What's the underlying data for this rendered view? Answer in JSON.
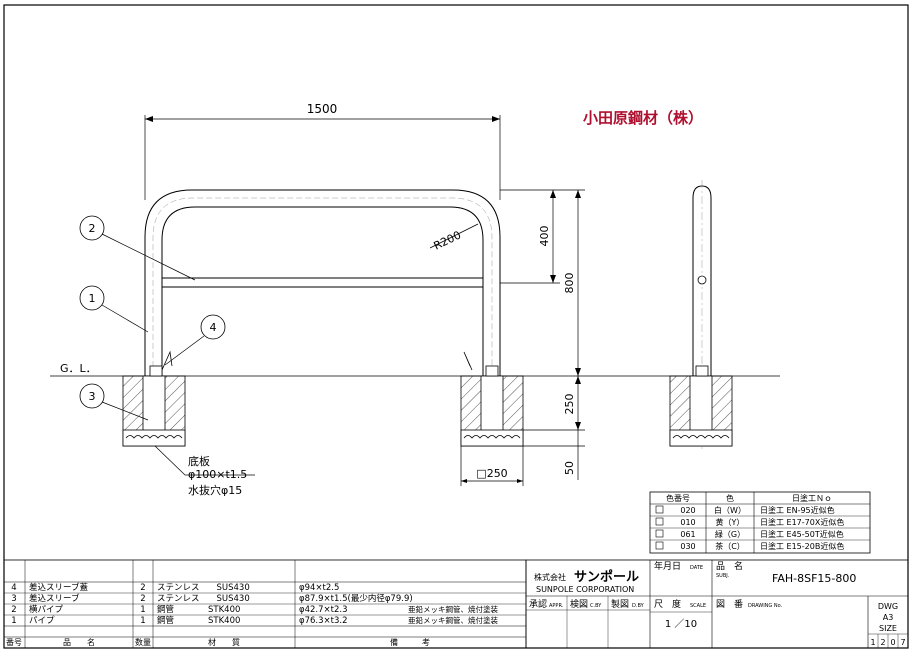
{
  "company": "小田原鋼材（株）",
  "dimensions": {
    "width": "1500",
    "upper_height": "400",
    "total_height": "800",
    "bend_radius": "R200",
    "embed_depth": "250",
    "base_thickness": "50",
    "foundation_size": "□250",
    "ground_level": "G．L．"
  },
  "callouts": [
    "1",
    "2",
    "3",
    "4"
  ],
  "base_plate": {
    "line1": "底板",
    "line2": "φ100×t1.5",
    "line3": "水抜穴φ15"
  },
  "color_table": {
    "headers": [
      "色番号",
      "色",
      "日塗工Ｎｏ"
    ],
    "rows": [
      [
        "020",
        "白（W）",
        "日塗工 EN-95近似色"
      ],
      [
        "010",
        "黄（Y）",
        "日塗工 E17-70X近似色"
      ],
      [
        "061",
        "緑（G）",
        "日塗工 E45-50T近似色"
      ],
      [
        "030",
        "茶（C）",
        "日塗工 E15-20B近似色"
      ]
    ]
  },
  "parts_table": {
    "headers": [
      "番号",
      "品　　名",
      "数量",
      "材　　質",
      "備　　　考"
    ],
    "rows": [
      [
        "4",
        "差込スリーブ蓋",
        "2",
        "ステンレス　　SUS430",
        "φ94×t2.5",
        ""
      ],
      [
        "3",
        "差込スリーブ",
        "2",
        "ステンレス　　SUS430",
        "φ87.9×t1.5(最少内径φ79.9)",
        ""
      ],
      [
        "2",
        "横パイプ",
        "1",
        "鋼管　　　　STK400",
        "φ42.7×t2.3",
        "亜鉛メッキ鋼管、焼付塗装"
      ],
      [
        "1",
        "パイプ",
        "1",
        "鋼管　　　　STK400",
        "φ76.3×t3.2",
        "亜鉛メッキ鋼管、焼付塗装"
      ]
    ]
  },
  "title_block": {
    "maker_prefix": "株式会社",
    "maker_name": "サンポール",
    "maker_en": "SUNPOLE CORPORATION",
    "date_label": "年月日",
    "date_en": "DATE",
    "subject_label": "品　名",
    "subject_en": "SUBJ.",
    "product_code": "FAH-8SF15-800",
    "approved": "承認",
    "approved_en": "APPR.",
    "checked": "検図",
    "checked_en": "C.BY",
    "drawn": "製図",
    "drawn_en": "D.BY",
    "scale_label": "尺　度",
    "scale_en": "SCALE",
    "scale_value": "1 ／10",
    "drawing_no_label": "図　番",
    "drawing_no_en": "DRAWING No.",
    "dwg_label": "DWG",
    "size_value": "A3",
    "size_label": "SIZE",
    "sheet_number": [
      "1",
      "2",
      "0",
      "7"
    ]
  }
}
